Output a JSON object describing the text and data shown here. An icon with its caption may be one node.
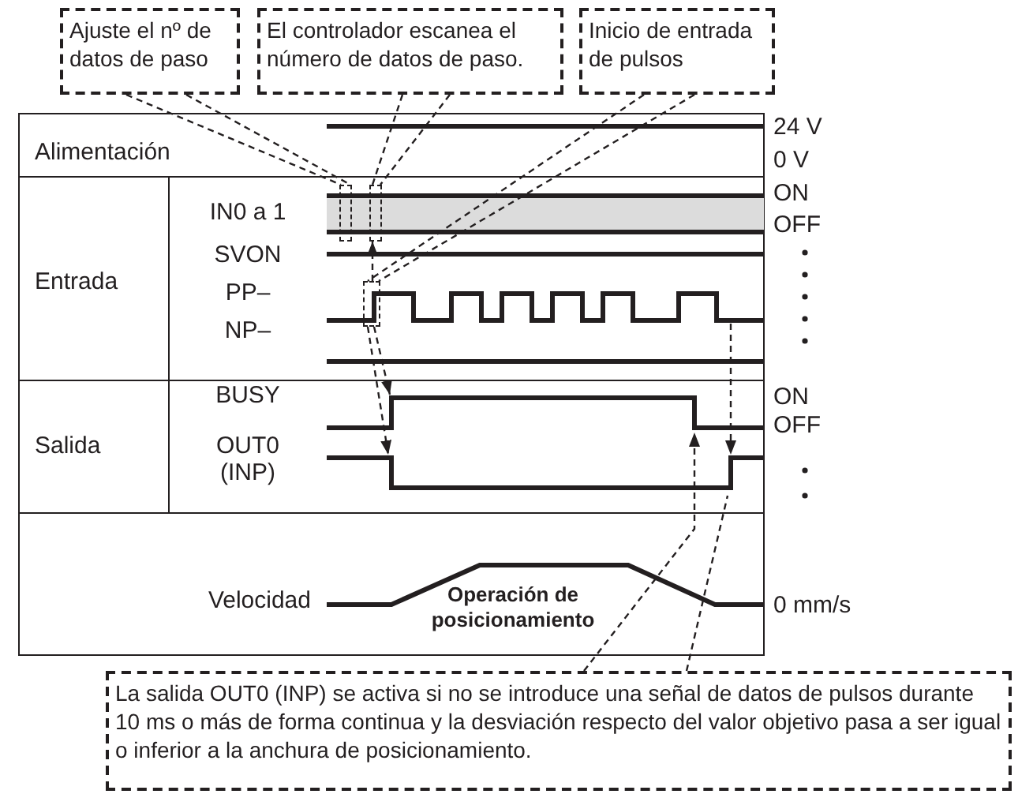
{
  "diagram": {
    "nodes": [
      {
        "text": [
          "Ajuste el nº de datos de paso"
        ]
      },
      {
        "text": [
          "El controlador escanea el número de datos de paso."
        ]
      },
      {
        "text": [
          "Inicio de entrada de pulsos"
        ]
      },
      {
        "text": [],
        "shape": "box"
      },
      {
        "text": [],
        "shape": "box"
      },
      {
        "text": [],
        "shape": "box"
      },
      {
        "text": [
          "La salida OUT0 (INP) se activa si no se introduce una señal de datos de pulsos durante 10 ms o más de forma continua y la desviación respecto del valor objetivo pasa a ser igual o inferior a la anchura de posicionamiento."
        ]
      }
    ],
    "edges": [
      {
        "from": 0,
        "to": 3,
        "arrow": "none",
        "style": "dashed"
      },
      {
        "from": 0,
        "to": 3,
        "arrow": "none",
        "style": "dashed"
      },
      {
        "from": 1,
        "to": 4,
        "arrow": "none",
        "style": "dashed"
      },
      {
        "from": 1,
        "to": 4,
        "arrow": "none",
        "style": "dashed"
      },
      {
        "from": 2,
        "to": 5,
        "arrow": "none",
        "style": "dashed"
      },
      {
        "from": 2,
        "to": 5,
        "arrow": "none",
        "style": "dashed"
      },
      {
        "from": 5,
        "to": 4,
        "arrow": "to",
        "style": "dashed"
      },
      {
        "from": 5,
        "to": null,
        "arrow": "to",
        "style": "dashed"
      },
      {
        "from": 5,
        "to": null,
        "arrow": "to",
        "style": "dashed"
      },
      {
        "from": 6,
        "to": null,
        "arrow": "to",
        "style": "dashed"
      },
      {
        "from": 6,
        "to": null,
        "arrow": "none",
        "style": "dashed"
      }
    ],
    "labels": [
      "Alimentación",
      "24 V",
      "0 V",
      "IN0 a 1",
      "ON",
      "OFF",
      "Entrada",
      "SVON",
      "PP–",
      "NP–",
      "BUSY",
      "ON",
      "OFF",
      "Salida",
      "OUT0 (INP)",
      "Velocidad",
      "Operación de posicionamiento",
      "0 mm/s"
    ]
  }
}
